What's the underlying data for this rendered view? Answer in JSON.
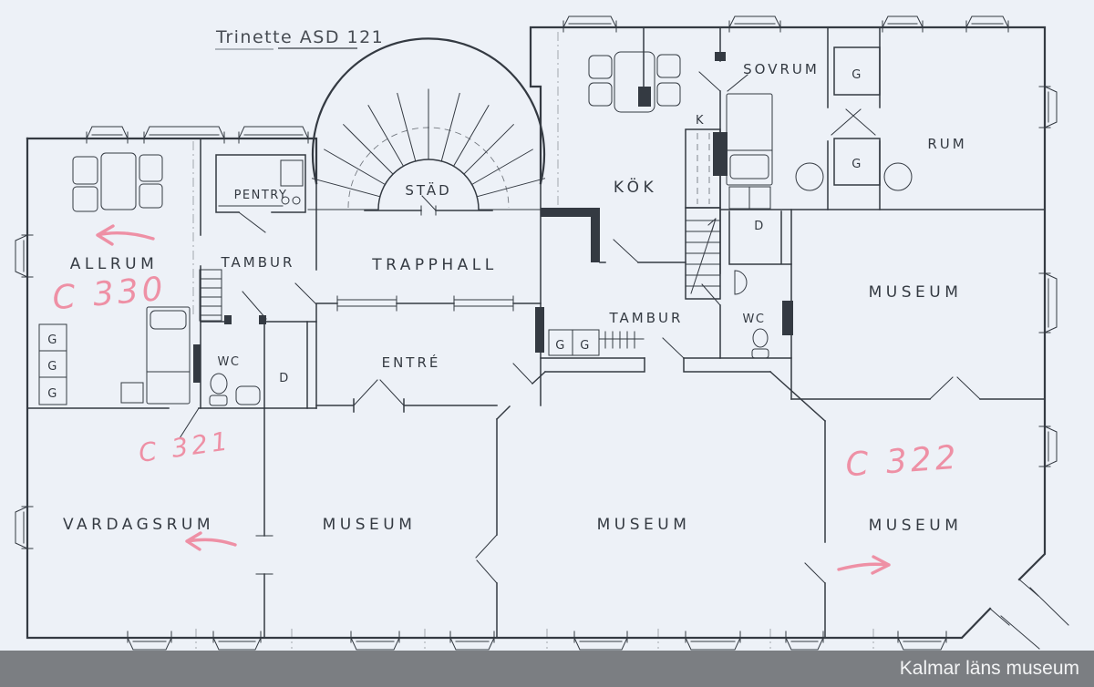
{
  "title": "Trinette ASD 121",
  "room_labels": [
    "ALLRUM",
    "PENTRY",
    "TAMBUR",
    "STÄD",
    "TRAPPHALL",
    "KÖK",
    "SOVRUM",
    "RUM",
    "TAMBUR",
    "WC",
    "WC",
    "ENTRÉ",
    "MUSEUM",
    "VARDAGSRUM",
    "MUSEUM",
    "MUSEUM",
    "MUSEUM"
  ],
  "small_labels": {
    "wardrobe": "G",
    "cabinet": "D",
    "shaft": "K"
  },
  "annotations": [
    "C 330",
    "C 321",
    "C 322"
  ],
  "footer": {
    "credit": "Kalmar läns museum"
  },
  "colors": {
    "paper": "#edf1f7",
    "ink": "#343a42",
    "pink": "#ee90a5",
    "footer_bg": "#7b7e82",
    "footer_text": "#f3f4f5"
  }
}
